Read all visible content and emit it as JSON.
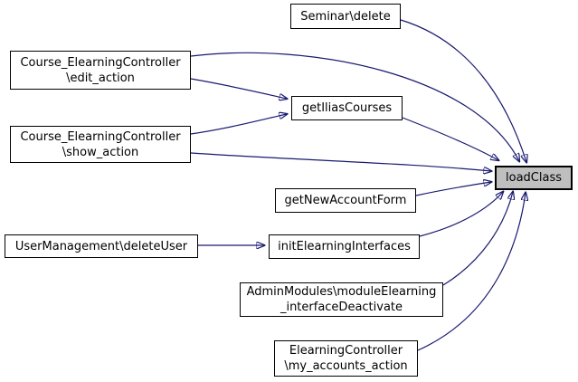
{
  "diagram": {
    "kind": "doxygen-call-graph",
    "focus_node": "loadClass",
    "colors": {
      "edge": "#191970",
      "node_fill": "#ffffff",
      "node_border": "#000000",
      "focus_fill": "#bfbfbf",
      "background": "#ffffff"
    },
    "nodes": [
      {
        "id": "seminar-delete",
        "lines": [
          "Seminar\\delete"
        ]
      },
      {
        "id": "course-elearning-edit-action",
        "lines": [
          "Course_ElearningController",
          "\\edit_action"
        ]
      },
      {
        "id": "course-elearning-show-action",
        "lines": [
          "Course_ElearningController",
          "\\show_action"
        ]
      },
      {
        "id": "get-ilias-courses",
        "lines": [
          "getIliasCourses"
        ]
      },
      {
        "id": "load-class",
        "lines": [
          "loadClass"
        ]
      },
      {
        "id": "get-new-account-form",
        "lines": [
          "getNewAccountForm"
        ]
      },
      {
        "id": "user-management-delete-user",
        "lines": [
          "UserManagement\\deleteUser"
        ]
      },
      {
        "id": "init-elearning-interfaces",
        "lines": [
          "initElearningInterfaces"
        ]
      },
      {
        "id": "admin-modules-interface-deactivate",
        "lines": [
          "AdminModules\\moduleElearning",
          "_interfaceDeactivate"
        ]
      },
      {
        "id": "elearning-controller-my-accounts-action",
        "lines": [
          "ElearningController",
          "\\my_accounts_action"
        ]
      }
    ],
    "edges": [
      {
        "from": "Seminar\\delete",
        "to": "loadClass"
      },
      {
        "from": "Course_ElearningController\\edit_action",
        "to": "loadClass"
      },
      {
        "from": "Course_ElearningController\\edit_action",
        "to": "getIliasCourses"
      },
      {
        "from": "Course_ElearningController\\show_action",
        "to": "getIliasCourses"
      },
      {
        "from": "Course_ElearningController\\show_action",
        "to": "loadClass"
      },
      {
        "from": "getIliasCourses",
        "to": "loadClass"
      },
      {
        "from": "getNewAccountForm",
        "to": "loadClass"
      },
      {
        "from": "UserManagement\\deleteUser",
        "to": "initElearningInterfaces"
      },
      {
        "from": "initElearningInterfaces",
        "to": "loadClass"
      },
      {
        "from": "AdminModules\\moduleElearning_interfaceDeactivate",
        "to": "loadClass"
      },
      {
        "from": "ElearningController\\my_accounts_action",
        "to": "loadClass"
      }
    ]
  }
}
